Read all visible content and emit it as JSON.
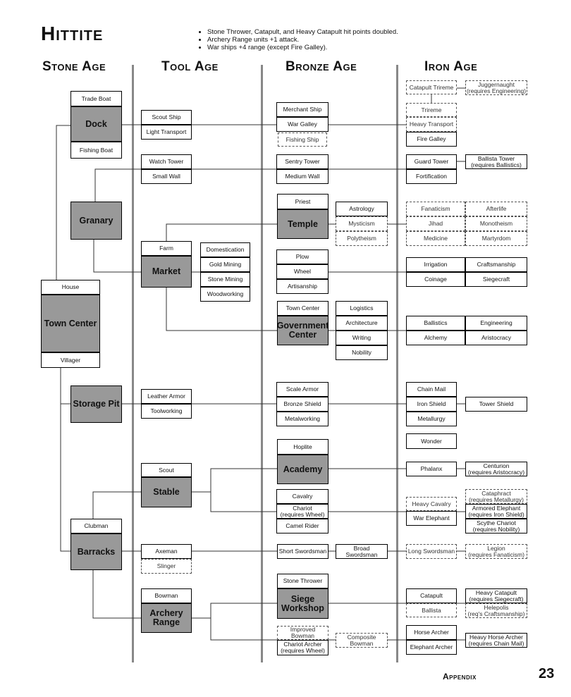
{
  "civ_title": "Hittite",
  "bonuses": [
    "Stone Thrower, Catapult, and Heavy Catapult hit points doubled.",
    "Archery Range units +1 attack.",
    "War ships +4 range (except Fire Galley)."
  ],
  "ages": {
    "stone": "Stone Age",
    "tool": "Tool Age",
    "bronze": "Bronze Age",
    "iron": "Iron Age"
  },
  "boxes": {
    "trade_boat": "Trade Boat",
    "dock": "Dock",
    "fishing_boat": "Fishing Boat",
    "granary": "Granary",
    "house": "House",
    "town_center": "Town Center",
    "villager": "Villager",
    "storage_pit": "Storage Pit",
    "clubman": "Clubman",
    "barracks": "Barracks",
    "scout_ship": "Scout Ship",
    "light_transport": "Light Transport",
    "watch_tower": "Watch Tower",
    "small_wall": "Small Wall",
    "farm": "Farm",
    "market": "Market",
    "domestication": "Domestication",
    "gold_mining": "Gold Mining",
    "stone_mining": "Stone Mining",
    "woodworking": "Woodworking",
    "leather_armor": "Leather Armor",
    "toolworking": "Toolworking",
    "scout": "Scout",
    "stable": "Stable",
    "axeman": "Axeman",
    "slinger": "Slinger",
    "bowman": "Bowman",
    "archery_range": "Archery\nRange",
    "merchant_ship": "Merchant Ship",
    "war_galley": "War Galley",
    "fishing_ship": "Fishing Ship",
    "sentry_tower": "Sentry Tower",
    "medium_wall": "Medium Wall",
    "priest": "Priest",
    "temple": "Temple",
    "astrology": "Astrology",
    "mysticism": "Mysticism",
    "polytheism": "Polytheism",
    "plow": "Plow",
    "wheel": "Wheel",
    "artisanship": "Artisanship",
    "town_center_2": "Town Center",
    "government_center": "Government\nCenter",
    "logistics": "Logistics",
    "architecture": "Architecture",
    "writing": "Writing",
    "nobility": "Nobility",
    "scale_armor": "Scale Armor",
    "bronze_shield": "Bronze Shield",
    "metalworking": "Metalworking",
    "hoplite": "Hoplite",
    "academy": "Academy",
    "cavalry": "Cavalry",
    "chariot": "Chariot\n(requires Wheel)",
    "camel_rider": "Camel Rider",
    "short_swordsman": "Short Swordsman",
    "broad_swordsman": "Broad\nSwordsman",
    "stone_thrower": "Stone Thrower",
    "siege_workshop": "Siege\nWorkshop",
    "improved_bowman": "Improved\nBowman",
    "chariot_archer": "Chariot Archer\n(requires Wheel)",
    "composite_bowman": "Composite\nBowman",
    "catapult_trireme": "Catapult Trireme",
    "juggernaught": "Juggernaught\n(requires Engineering)",
    "trireme": "Trireme",
    "heavy_transport": "Heavy Transport",
    "fire_galley": "Fire Galley",
    "guard_tower": "Guard Tower",
    "fortification": "Fortification",
    "ballista_tower": "Ballista Tower\n(requires Ballistics)",
    "fanaticism": "Fanaticism",
    "afterlife": "Afterlife",
    "jihad": "Jihad",
    "monotheism": "Monotheism",
    "medicine": "Medicine",
    "martyrdom": "Martyrdom",
    "irrigation": "Irrigation",
    "craftsmanship": "Craftsmanship",
    "coinage": "Coinage",
    "siegecraft": "Siegecraft",
    "ballistics": "Ballistics",
    "engineering": "Engineering",
    "alchemy": "Alchemy",
    "aristocracy": "Aristocracy",
    "chain_mail": "Chain Mail",
    "iron_shield": "Iron Shield",
    "metallurgy": "Metallurgy",
    "tower_shield": "Tower Shield",
    "wonder": "Wonder",
    "phalanx": "Phalanx",
    "centurion": "Centurion\n(requires Aristocracy)",
    "heavy_cavalry": "Heavy Cavalry",
    "war_elephant": "War Elephant",
    "cataphract": "Cataphract\n(requires Metallurgy)",
    "armored_elephant": "Armored Elephant\n(requires Iron Shield)",
    "scythe_chariot": "Scythe Chariot\n(requires Nobility)",
    "long_swordsman": "Long Swordsman",
    "legion": "Legion\n(requires Fanaticism)",
    "catapult": "Catapult",
    "ballista": "Ballista",
    "heavy_catapult": "Heavy Catapult\n(requires Siegecraft)",
    "helepolis": "Helepolis\n(req's Craftsmanship)",
    "horse_archer": "Horse Archer",
    "elephant_archer": "Elephant Archer",
    "heavy_horse_archer": "Heavy Horse Archer\n(requires Chain Mail)"
  },
  "footer_label": "Appendix",
  "page_number": "23"
}
